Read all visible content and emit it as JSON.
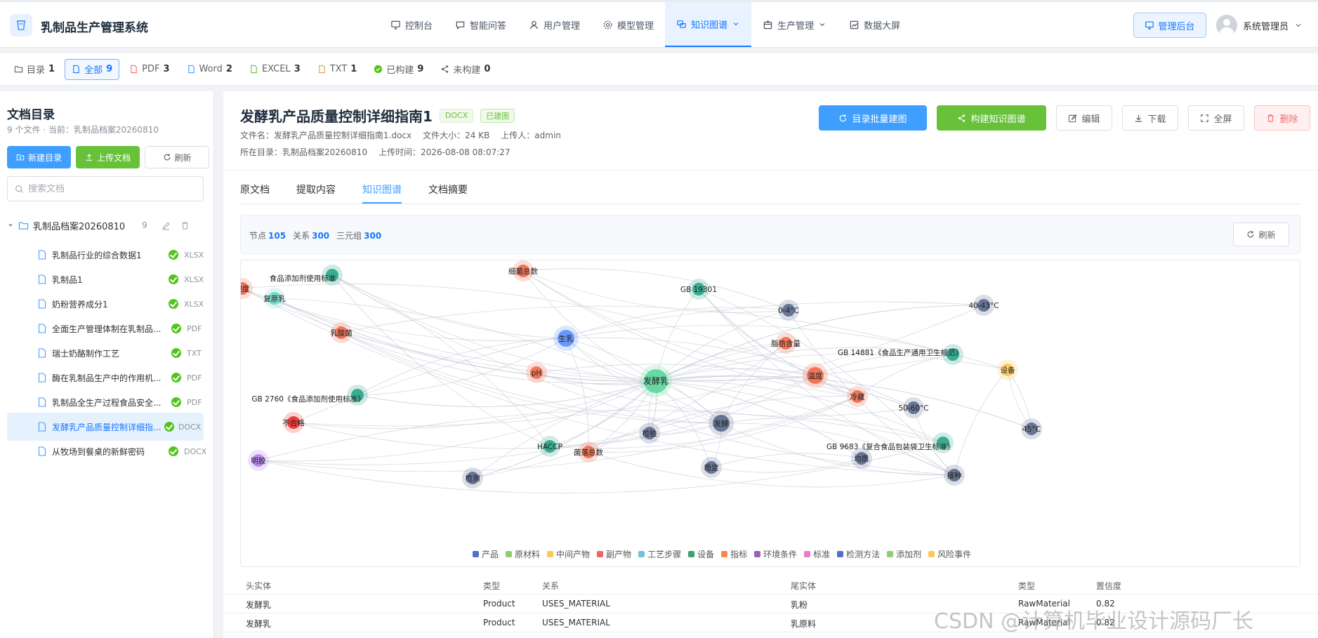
{
  "app": {
    "title": "乳制品生产管理系统"
  },
  "nav": [
    {
      "label": "控制台",
      "icon": "monitor-icon"
    },
    {
      "label": "智能问答",
      "icon": "chat-icon"
    },
    {
      "label": "用户管理",
      "icon": "user-icon"
    },
    {
      "label": "模型管理",
      "icon": "gear-icon"
    },
    {
      "label": "知识图谱",
      "icon": "graph-icon",
      "active": true,
      "dropdown": true
    },
    {
      "label": "生产管理",
      "icon": "box-icon",
      "dropdown": true
    },
    {
      "label": "数据大屏",
      "icon": "chart-icon"
    }
  ],
  "header": {
    "admin_label": "管理后台",
    "user_name": "系统管理员"
  },
  "filters": [
    {
      "label": "目录",
      "count": "1",
      "icon": "folder-icon"
    },
    {
      "label": "全部",
      "count": "9",
      "icon": "doc-icon",
      "active": true
    },
    {
      "label": "PDF",
      "count": "3",
      "icon": "pdf-icon"
    },
    {
      "label": "Word",
      "count": "2",
      "icon": "word-icon"
    },
    {
      "label": "EXCEL",
      "count": "3",
      "icon": "excel-icon"
    },
    {
      "label": "TXT",
      "count": "1",
      "icon": "txt-icon"
    },
    {
      "label": "已构建",
      "count": "9",
      "icon": "check-circle-icon"
    },
    {
      "label": "未构建",
      "count": "0",
      "icon": "share-icon"
    }
  ],
  "sidebar": {
    "title": "文档目录",
    "subtitle": "9 个文件 · 当前：乳制品档案20260810",
    "new_folder_label": "新建目录",
    "upload_label": "上传文档",
    "refresh_label": "刷新",
    "search_placeholder": "搜索文档",
    "folder": {
      "name": "乳制品档案20260810",
      "count": "9"
    },
    "files": [
      {
        "name": "乳制品行业的综合数据1",
        "ext": "XLSX"
      },
      {
        "name": "乳制品1",
        "ext": "XLSX"
      },
      {
        "name": "奶粉营养成分1",
        "ext": "XLSX"
      },
      {
        "name": "全面生产管理体制在乳制品...",
        "ext": "PDF"
      },
      {
        "name": "瑞士奶酪制作工艺",
        "ext": "TXT"
      },
      {
        "name": "酶在乳制品生产中的作用机...",
        "ext": "PDF"
      },
      {
        "name": "乳制品全生产过程食品安全...",
        "ext": "PDF"
      },
      {
        "name": "发酵乳产品质量控制详细指...",
        "ext": "DOCX",
        "active": true
      },
      {
        "name": "从牧场到餐桌的新鲜密码",
        "ext": "DOCX"
      }
    ]
  },
  "document": {
    "title": "发酵乳产品质量控制详细指南1",
    "type_tag": "DOCX",
    "status_tag": "已建图",
    "file_name": "文件名：发酵乳产品质量控制详细指南1.docx",
    "file_size": "文件大小：24 KB",
    "uploader": "上传人：admin",
    "directory": "所在目录：乳制品档案20260810",
    "upload_time": "上传时间：2026-08-08 08:07:27",
    "actions": {
      "batch_build": "目录批量建图",
      "build_graph": "构建知识图谱",
      "edit": "编辑",
      "download": "下载",
      "fullscreen": "全屏",
      "delete": "删除"
    },
    "tabs": [
      "原文档",
      "提取内容",
      "知识图谱",
      "文档摘要"
    ],
    "active_tab": "知识图谱"
  },
  "graph_stats": {
    "nodes_label": "节点",
    "nodes": "105",
    "relations_label": "关系",
    "relations": "300",
    "triples_label": "三元组",
    "triples": "300",
    "refresh_label": "刷新"
  },
  "colors": {
    "accent": "#409eff",
    "success": "#67c23a",
    "danger": "#f56c6c"
  },
  "graph": {
    "center": "发酵乳",
    "nodes": [
      {
        "label": "发酵乳",
        "color": "#5cd69a",
        "size": "large"
      },
      {
        "label": "生乳",
        "color": "#5b8ff9",
        "size": "medium"
      },
      {
        "label": "温度",
        "color": "#f06a4a",
        "size": "medium"
      },
      {
        "label": "发酵",
        "color": "#5a6a8c",
        "size": "medium"
      },
      {
        "label": "pH",
        "color": "#f06a4a",
        "size": "small"
      },
      {
        "label": "检验",
        "color": "#5a6a8c",
        "size": "small"
      },
      {
        "label": "细菌总数",
        "color": "#f06a4a",
        "size": "small"
      },
      {
        "label": "食品添加剂使用标准",
        "color": "#2aa58a",
        "size": "small"
      },
      {
        "label": "复原乳",
        "color": "#6dd6c9",
        "size": "small"
      },
      {
        "label": "乳酸菌",
        "color": "#f06a4a",
        "size": "small"
      },
      {
        "label": "GB 19301",
        "color": "#2aa58a",
        "size": "small"
      },
      {
        "label": "0-4°C",
        "color": "#5a6a8c",
        "size": "small"
      },
      {
        "label": "40-43°C",
        "color": "#5a6a8c",
        "size": "small"
      },
      {
        "label": "脂肪含量",
        "color": "#f06a4a",
        "size": "small"
      },
      {
        "label": "GB 14881《食品生产通用卫生规范》",
        "color": "#2aa58a",
        "size": "small"
      },
      {
        "label": "设备",
        "color": "#fac858",
        "size": "small"
      },
      {
        "label": "GB 2760《食品添加剂使用标准》",
        "color": "#2aa58a",
        "size": "small"
      },
      {
        "label": "不合格",
        "color": "#ee2a2a",
        "size": "small"
      },
      {
        "label": "冷藏",
        "color": "#f06a4a",
        "size": "small"
      },
      {
        "label": "50-60°C",
        "color": "#5a6a8c",
        "size": "small"
      },
      {
        "label": "45°C",
        "color": "#5a6a8c",
        "size": "small"
      },
      {
        "label": "GB 9683《复合食品包装袋卫生标准》",
        "color": "#2aa58a",
        "size": "small"
      },
      {
        "label": "HACCP",
        "color": "#2aa58a",
        "size": "small"
      },
      {
        "label": "菌落总数",
        "color": "#f06a4a",
        "size": "small"
      },
      {
        "label": "均质",
        "color": "#5a6a8c",
        "size": "small"
      },
      {
        "label": "接种",
        "color": "#5a6a8c",
        "size": "small"
      },
      {
        "label": "明胶",
        "color": "#b37feb",
        "size": "small"
      },
      {
        "label": "酸度",
        "color": "#f06a4a",
        "size": "small"
      },
      {
        "label": "检测",
        "color": "#5a6a8c",
        "size": "small"
      },
      {
        "label": "稳定",
        "color": "#5a6a8c",
        "size": "small"
      }
    ],
    "legend": [
      {
        "label": "产品",
        "color": "#5470c6"
      },
      {
        "label": "原材料",
        "color": "#91cc75"
      },
      {
        "label": "中间产物",
        "color": "#fac858"
      },
      {
        "label": "副产物",
        "color": "#ee6666"
      },
      {
        "label": "工艺步骤",
        "color": "#73c0de"
      },
      {
        "label": "设备",
        "color": "#3ba272"
      },
      {
        "label": "指标",
        "color": "#fc8452"
      },
      {
        "label": "环境条件",
        "color": "#9a60b4"
      },
      {
        "label": "标准",
        "color": "#ea7ccc"
      },
      {
        "label": "检测方法",
        "color": "#5470c6"
      },
      {
        "label": "添加剂",
        "color": "#91cc75"
      },
      {
        "label": "风险事件",
        "color": "#fac858"
      }
    ]
  },
  "triples_table": {
    "headers": [
      "头实体",
      "类型",
      "关系",
      "尾实体",
      "类型",
      "置信度"
    ],
    "rows": [
      [
        "发酵乳",
        "Product",
        "USES_MATERIAL",
        "乳粉",
        "RawMaterial",
        "0.82"
      ],
      [
        "发酵乳",
        "Product",
        "USES_MATERIAL",
        "乳原料",
        "RawMaterial",
        "0.82"
      ]
    ]
  },
  "watermark": "CSDN @计算机毕业设计源码厂长"
}
